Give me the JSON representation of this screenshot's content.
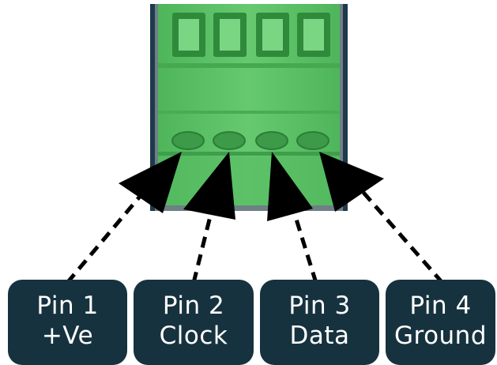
{
  "colors": {
    "connector_green": "#5cc266",
    "connector_dark_green": "#3a9a46",
    "label_background": "#17323f",
    "label_text": "#ffffff",
    "arrow": "#000000"
  },
  "pins": [
    {
      "title": "Pin 1",
      "function": "+Ve"
    },
    {
      "title": "Pin 2",
      "function": "Clock"
    },
    {
      "title": "Pin 3",
      "function": "Data"
    },
    {
      "title": "Pin 4",
      "function": "Ground"
    }
  ]
}
